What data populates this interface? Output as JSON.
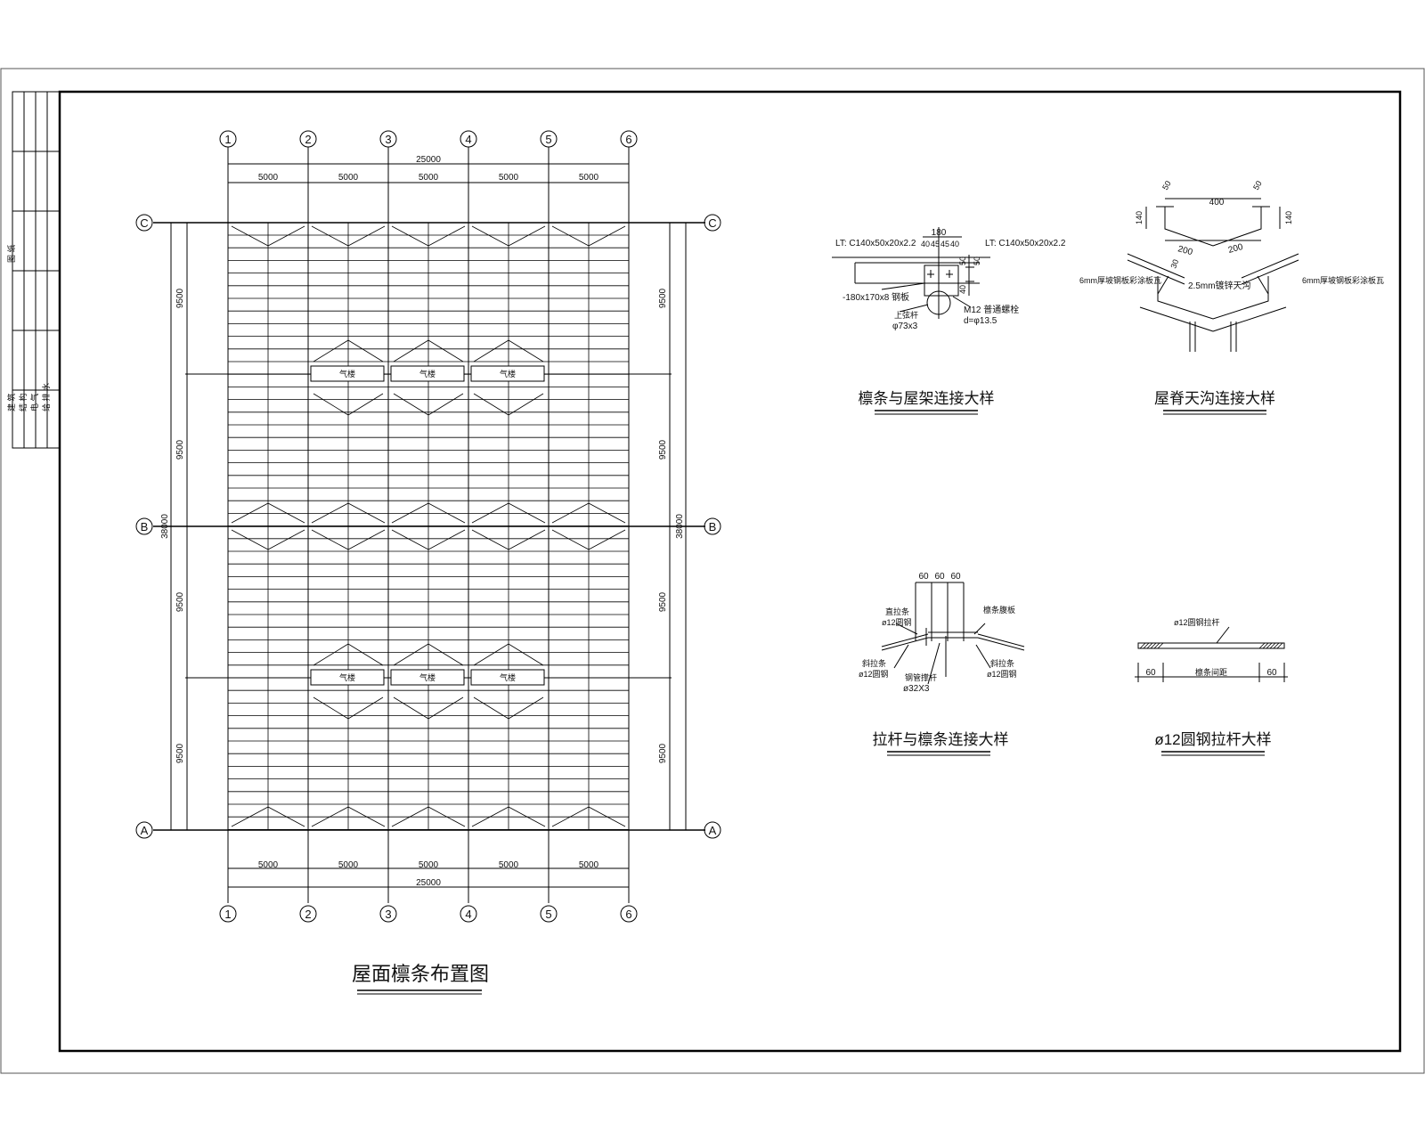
{
  "drawing": {
    "main_title": "屋面檩条布置图",
    "axes_numbers": [
      "1",
      "2",
      "3",
      "4",
      "5",
      "6"
    ],
    "axes_letters": [
      "C",
      "B",
      "A"
    ],
    "bay_dims": [
      "5000",
      "5000",
      "5000",
      "5000",
      "5000"
    ],
    "total_width": "25000",
    "span_dims": [
      "9500",
      "9500",
      "9500",
      "9500"
    ],
    "total_depth": "38000",
    "vent_labels": [
      "气楼",
      "气楼",
      "气楼",
      "气楼",
      "气楼",
      "气楼"
    ]
  },
  "title_strip": {
    "labels": [
      "建 筑",
      "结 构",
      "电 气",
      "给 排 水",
      "图 纸"
    ]
  },
  "details": {
    "purlin_truss": {
      "caption": "檩条与屋架连接大样",
      "purlin_left": "LT: C140x50x20x2.2",
      "purlin_right": "LT: C140x50x20x2.2",
      "dim_top": "180",
      "dim_sub": "40",
      "dim_sub2": "45",
      "dim_sub3": "45",
      "dim_sub4": "40",
      "dim_v1": "50",
      "dim_v2": "40",
      "dim_v3": "50",
      "plate": "-180x170x8 钢板",
      "chord_label": "上弦杆",
      "chord_size": "φ73x3",
      "bolt": "M12 普通螺栓",
      "hole": "d=φ13.5"
    },
    "gutter": {
      "caption": "屋脊天沟连接大样",
      "w_top": "400",
      "h_left": "140",
      "h_right": "140",
      "edge_left": "50",
      "edge_right": "50",
      "half_left": "200",
      "half_right": "200",
      "slope": "30",
      "note_left": "6mm厚坡钢板彩涂板瓦",
      "note_right": "6mm厚坡钢板彩涂板瓦",
      "note_gutter": "2.5mm镀锌天沟"
    },
    "tierod_purlin": {
      "caption": "拉杆与檩条连接大样",
      "dims": [
        "60",
        "60",
        "60"
      ],
      "label_straight": "直拉条",
      "label_straight_size": "ø12圆钢",
      "label_web": "檩条腹板",
      "label_slant_l": "斜拉条",
      "label_slant_l_size": "ø12圆钢",
      "label_slant_r": "斜拉条",
      "label_slant_r_size": "ø12圆钢",
      "label_tube": "钢管撑杆",
      "label_tube_size": "ø32X3"
    },
    "round_rod": {
      "caption": "ø12圆钢拉杆大样",
      "rod_label": "ø12圆钢拉杆",
      "end_left": "60",
      "end_right": "60",
      "mid_label": "檩条间距"
    }
  }
}
